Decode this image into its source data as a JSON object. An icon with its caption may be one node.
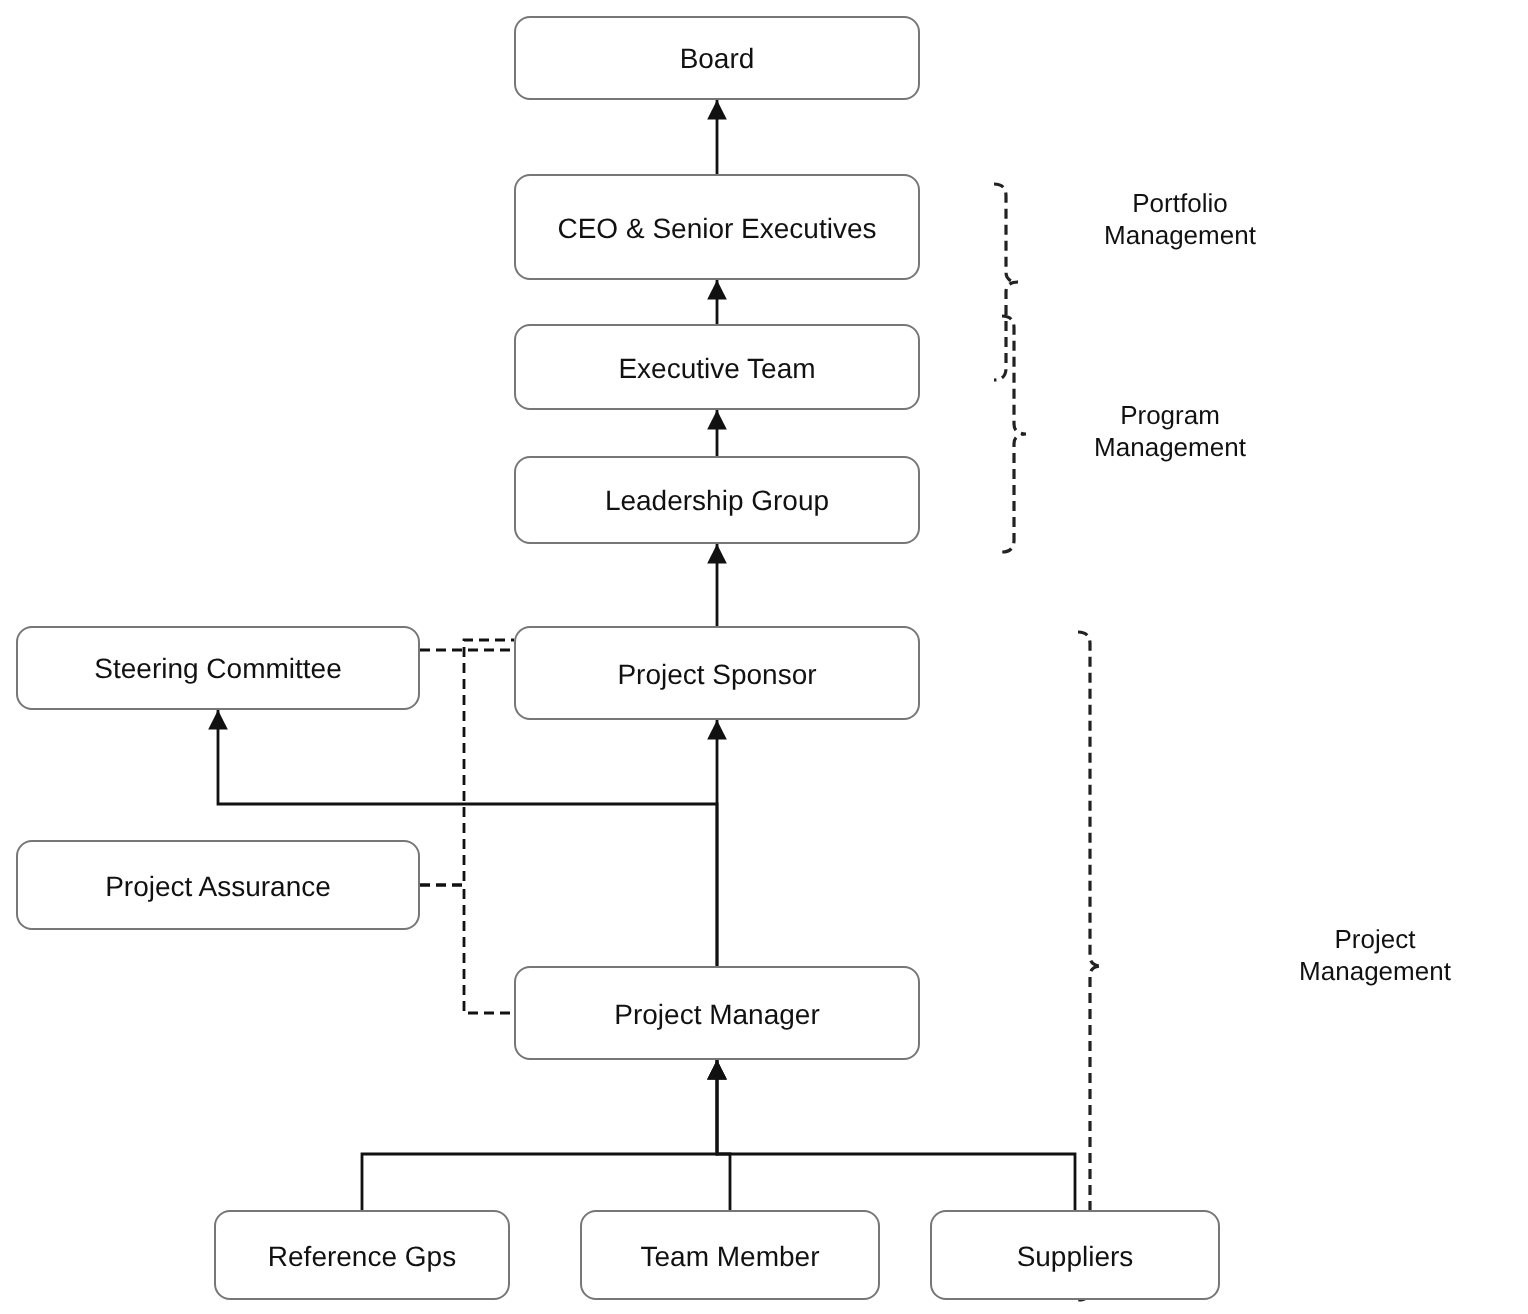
{
  "diagram": {
    "nodes": [
      {
        "text": [
          "Board"
        ]
      },
      {
        "text": [
          "CEO & Senior Executives"
        ]
      },
      {
        "text": [
          "Executive Team"
        ]
      },
      {
        "text": [
          "Leadership Group"
        ]
      },
      {
        "text": [
          "Steering Committee"
        ]
      },
      {
        "text": [
          "Project Sponsor"
        ]
      },
      {
        "text": [
          "Project Assurance"
        ]
      },
      {
        "text": [
          "Project Manager"
        ]
      },
      {
        "text": [
          "Reference Gps"
        ]
      },
      {
        "text": [
          "Team Member"
        ]
      },
      {
        "text": [
          "Suppliers"
        ]
      }
    ],
    "edges": [
      {
        "from": 1,
        "to": 0,
        "arrow": "to"
      },
      {
        "from": 2,
        "to": 1,
        "arrow": "to"
      },
      {
        "from": 3,
        "to": 2,
        "arrow": "to"
      },
      {
        "from": 5,
        "to": 3,
        "arrow": "to"
      },
      {
        "from": 7,
        "to": 5,
        "arrow": "to"
      },
      {
        "from": 7,
        "to": 4,
        "arrow": "to"
      },
      {
        "from": 8,
        "to": 7,
        "arrow": "to"
      },
      {
        "from": 9,
        "to": 7,
        "arrow": "to"
      },
      {
        "from": 10,
        "to": 7,
        "arrow": "to"
      },
      {
        "from": 4,
        "to": 5,
        "arrow": "none",
        "style": "dashed"
      },
      {
        "from": 6,
        "to": 5,
        "arrow": "none",
        "style": "dashed"
      },
      {
        "from": 6,
        "to": 7,
        "arrow": "none",
        "style": "dashed"
      }
    ],
    "labels": [
      "Portfolio Management",
      "Program Management",
      "Project Management"
    ]
  }
}
